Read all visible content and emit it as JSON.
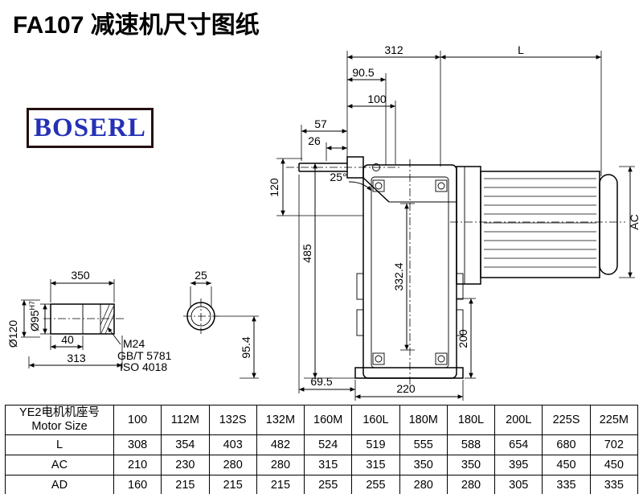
{
  "title": "FA107 减速机尺寸图纸",
  "logo": {
    "text": "BOSERL"
  },
  "dims": {
    "d312": "312",
    "dL": "L",
    "d90p5": "90.5",
    "d100": "100",
    "d57": "57",
    "d26": "26",
    "d120": "120",
    "d485": "485",
    "angle25": "25°",
    "dAC": "AC",
    "d332p4": "332.4",
    "d200": "200",
    "d69p5": "69.5",
    "d220": "220",
    "d95p4": "95.4",
    "d350": "350",
    "d25": "25",
    "dia120": "Ø120",
    "dia95": "Ø95",
    "dia95sup": "H7",
    "d40": "40",
    "d313": "313",
    "m24": "M24",
    "gbt": "GB/T 5781",
    "iso": "ISO 4018"
  },
  "table": {
    "header_cn": "YE2电机机座号",
    "header_en": "Motor Size",
    "columns": [
      "100",
      "112M",
      "132S",
      "132M",
      "160M",
      "160L",
      "180M",
      "180L",
      "200L",
      "225S",
      "225M"
    ],
    "rows": [
      {
        "label": "L",
        "values": [
          "308",
          "354",
          "403",
          "482",
          "524",
          "519",
          "555",
          "588",
          "654",
          "680",
          "702"
        ]
      },
      {
        "label": "AC",
        "values": [
          "210",
          "230",
          "280",
          "280",
          "315",
          "315",
          "350",
          "350",
          "395",
          "450",
          "450"
        ]
      },
      {
        "label": "AD",
        "values": [
          "160",
          "215",
          "215",
          "215",
          "255",
          "255",
          "280",
          "280",
          "305",
          "335",
          "335"
        ]
      }
    ]
  }
}
